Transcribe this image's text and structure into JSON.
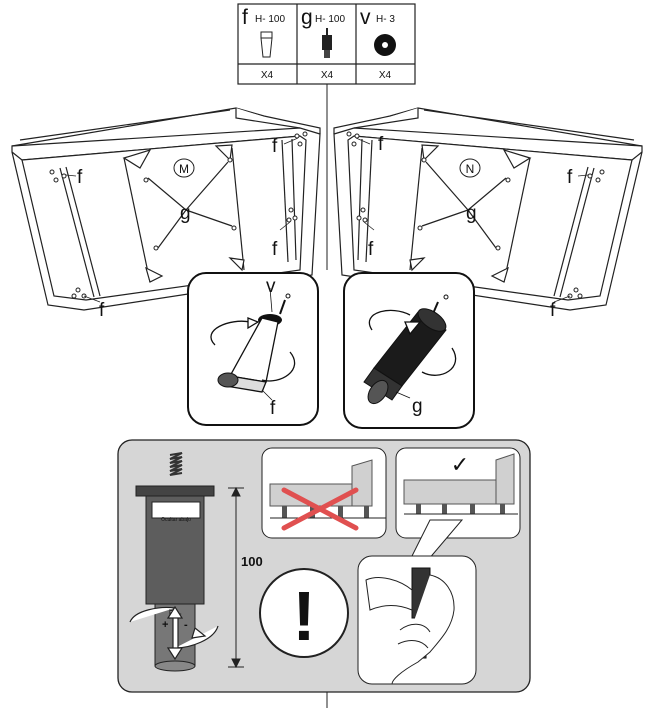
{
  "parts": [
    {
      "letter": "f",
      "code": "H- 100",
      "qty": "X4"
    },
    {
      "letter": "g",
      "code": "H- 100",
      "qty": "X4"
    },
    {
      "letter": "v",
      "code": "H- 3",
      "qty": "X4"
    }
  ],
  "left_frame": {
    "module_label": "M",
    "callout_leg_hole_tl": "f",
    "callout_leg_hole_tr": "f",
    "callout_leg_hole_br": "f",
    "callout_leg_hole_bl": "f",
    "callout_center": "g"
  },
  "right_frame": {
    "module_label": "N",
    "callout_leg_hole_tl": "f",
    "callout_leg_hole_bl": "f",
    "callout_leg_hole_tr": "f",
    "callout_leg_hole_br": "f",
    "callout_center": "g"
  },
  "step_screw_f": {
    "washer_label": "v",
    "leg_label": "f"
  },
  "step_screw_g": {
    "leg_label": "g"
  },
  "adjust_panel": {
    "height_value": "100",
    "leg_sticker_text": "Ocultar abajo",
    "plus_sign": "+",
    "minus_sign": "-",
    "correct_mark": "✓",
    "warning_mark": "!"
  }
}
